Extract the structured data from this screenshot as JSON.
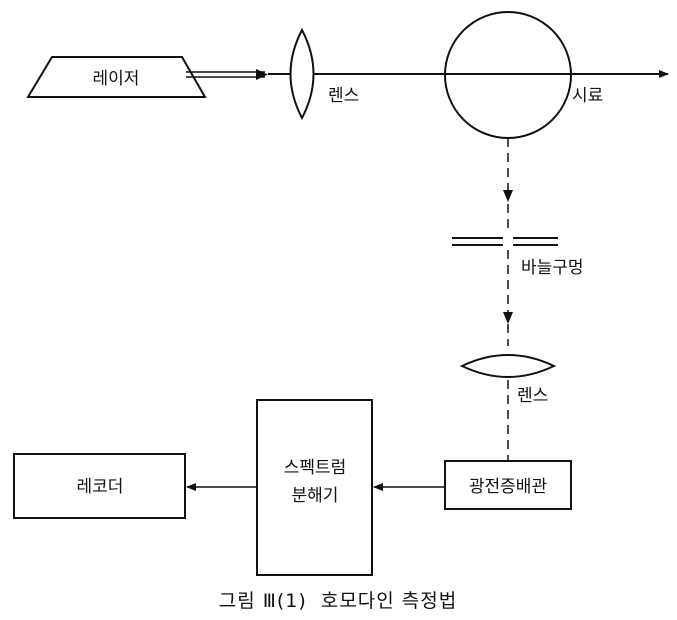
{
  "labels": {
    "laser": "레이저",
    "lens1": "렌스",
    "sample": "시료",
    "pinhole": "바늘구멍",
    "lens2": "렌스",
    "photomultiplier": "광전증배관",
    "spectrum_analyzer_line1": "스펙트럼",
    "spectrum_analyzer_line2": "분해기",
    "recorder": "레코더"
  },
  "caption": "그림 Ⅲ(1)  호모다인 측정법",
  "colors": {
    "stroke": "#111111",
    "background": "#ffffff"
  }
}
